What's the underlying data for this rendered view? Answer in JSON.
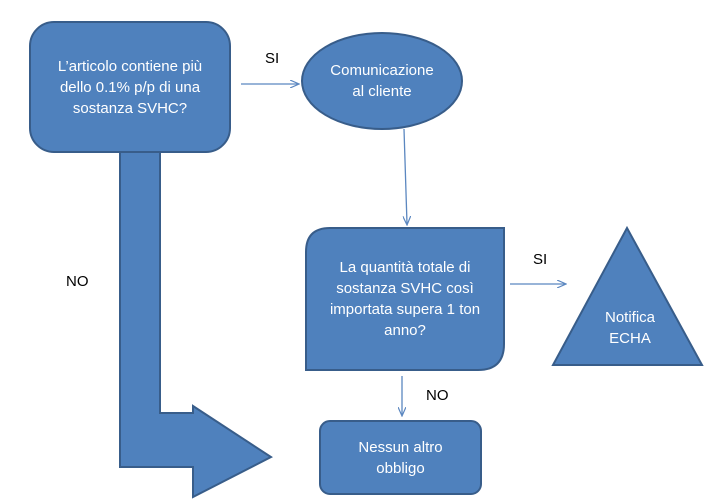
{
  "colors": {
    "node_fill": "#4f81bd",
    "node_stroke": "#385d8a",
    "arrow": "#5b87c0",
    "text_on_node": "#ffffff",
    "label_text": "#000000"
  },
  "nodes": {
    "question_contains": "L’articolo contiene più\ndello 0.1% p/p di una\nsostanza SVHC?",
    "customer_communication": "Comunicazione\nal cliente",
    "question_quantity": "La quantità totale di\nsostanza SVHC così\nimportata supera 1 ton\nanno?",
    "echa_notification": "Notifica\nECHA",
    "no_further_obligation": "Nessun altro\nobbligo"
  },
  "edges": {
    "yes_to_communication": "SI",
    "yes_to_notification": "SI",
    "no_big_arrow": "NO",
    "no_to_no_obligation": "NO"
  }
}
